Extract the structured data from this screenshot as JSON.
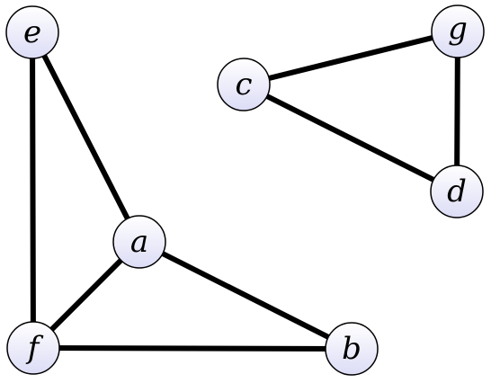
{
  "graph": {
    "node_fill_top": "#ffffff",
    "node_fill_bottom": "#dcdcf6",
    "edge_color": "#000000",
    "nodes": [
      {
        "id": "e",
        "label": "e"
      },
      {
        "id": "g",
        "label": "g"
      },
      {
        "id": "c",
        "label": "c"
      },
      {
        "id": "d",
        "label": "d"
      },
      {
        "id": "a",
        "label": "a"
      },
      {
        "id": "f",
        "label": "f"
      },
      {
        "id": "b",
        "label": "b"
      }
    ],
    "edges": [
      {
        "from": "e",
        "to": "f"
      },
      {
        "from": "e",
        "to": "a"
      },
      {
        "from": "a",
        "to": "f"
      },
      {
        "from": "a",
        "to": "b"
      },
      {
        "from": "f",
        "to": "b"
      },
      {
        "from": "c",
        "to": "g"
      },
      {
        "from": "c",
        "to": "d"
      },
      {
        "from": "g",
        "to": "d"
      }
    ]
  }
}
